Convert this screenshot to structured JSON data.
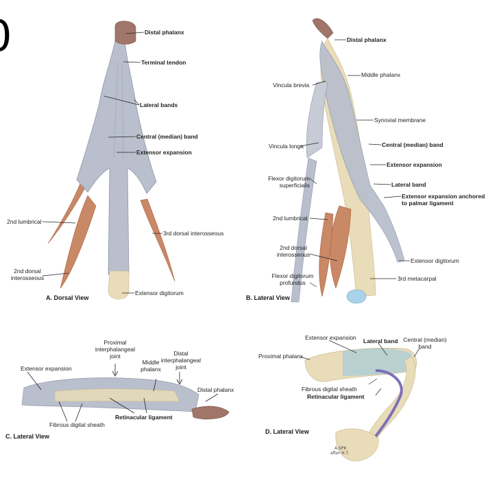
{
  "corner_glyph": "0",
  "panels": {
    "A": {
      "caption": "A. Dorsal View",
      "labels": {
        "distal_phalanx": "Distal phalanx",
        "terminal_tendon": "Terminal tendon",
        "lateral_bands": "Lateral bands",
        "central_band": "Central (median) band",
        "extensor_expansion": "Extensor expansion",
        "lumbrical": "2nd lumbrical",
        "dorsal_interosseous_3": "3rd dorsal interosseous",
        "dorsal_interosseous_2_l1": "2nd dorsal",
        "dorsal_interosseous_2_l2": "interosseous",
        "extensor_digitorum": "Extensor digitorum"
      }
    },
    "B": {
      "caption": "B. Lateral View",
      "labels": {
        "distal_phalanx": "Distal phalanx",
        "middle_phalanx": "Middle phalanx",
        "vincula_brevia": "Vincula brevia",
        "synovial_membrane": "Synovial membrane",
        "central_band": "Central (median) band",
        "vincula_longa": "Vincula longa",
        "extensor_expansion": "Extensor expansion",
        "fds_l1": "Flexor digitorum",
        "fds_l2": "superficialis",
        "lateral_band": "Lateral band",
        "expansion_anchored_l1": "Extensor expansion anchored",
        "expansion_anchored_l2": "to palmar ligament",
        "lumbrical": "2nd lumbrical",
        "dorsal_interosseous_l1": "2nd dorsal",
        "dorsal_interosseous_l2": "interosseous",
        "extensor_digitorum": "Extensor digitorum",
        "fdp_l1": "Flexor digitorum",
        "fdp_l2": "profundus",
        "metacarpal": "3rd metacarpal"
      }
    },
    "C": {
      "caption": "C. Lateral View",
      "labels": {
        "pip_l1": "Proximal",
        "pip_l2": "interphalangeal",
        "pip_l3": "joint",
        "dip_l1": "Distal",
        "dip_l2": "interphalangeal",
        "dip_l3": "joint",
        "middle_l1": "Middle",
        "middle_l2": "phalanx",
        "extensor_expansion": "Extensor expansion",
        "distal_phalanx": "Distal phalanx",
        "retinacular": "Retinacular ligament",
        "fibrous_sheath": "Fibrous digital sheath"
      }
    },
    "D": {
      "caption": "D. Lateral View",
      "labels": {
        "extensor_expansion": "Extensor expansion",
        "lateral_band": "Lateral band",
        "central_l1": "Central (median)",
        "central_l2": "band",
        "proximal_phalanx": "Proximal phalanx",
        "fibrous_sheath": "Fibrous digital sheath",
        "retinacular": "Retinacular ligament",
        "signature_l1": "A.SPK",
        "signature_l2": "after H.T."
      }
    }
  },
  "colors": {
    "tendon": "#b9bfcc",
    "tendon_dark": "#8f97a8",
    "bone": "#e9dcb8",
    "nail": "#a0756a",
    "muscle": "#c98866",
    "muscle_dark": "#a8623f",
    "sheath_blue": "#8fc6e3",
    "ligament_purple": "#7d6fb8",
    "cartilage": "#a9d3ea",
    "line": "#222222"
  }
}
